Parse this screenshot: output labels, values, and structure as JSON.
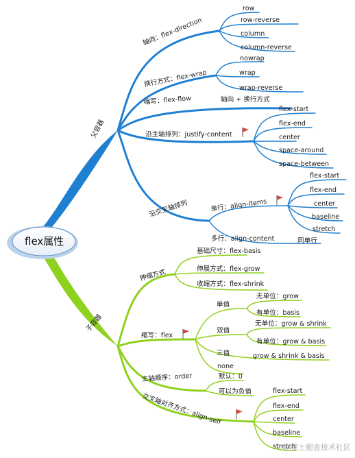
{
  "colors": {
    "parent_branch": "#1f7fd1",
    "child_branch": "#8fd11f",
    "flag": "#d9473b"
  },
  "root": {
    "label": "flex属性"
  },
  "parent": {
    "label": "父容器",
    "direction": {
      "label": "轴向：flex-direction",
      "items": [
        "row",
        "row-reverse",
        "column",
        "column-reverse"
      ]
    },
    "wrap": {
      "label": "换行方式：flex-wrap",
      "items": [
        "nowrap",
        "wrap",
        "wrap-reverse"
      ]
    },
    "flow": {
      "label": "缩写：flex-flow",
      "value": "轴向 + 换行方式"
    },
    "justify": {
      "label": "沿主轴排列：justify-content",
      "items": [
        "flex-start",
        "flex-end",
        "center",
        "space-around",
        "space-between"
      ]
    },
    "cross": {
      "label": "沿交叉轴排列",
      "items_row": {
        "label": "单行：align-items",
        "items": [
          "flex-start",
          "flex-end",
          "center",
          "baseline",
          "stretch"
        ]
      },
      "content_row": {
        "label": "多行：align-content",
        "value": "同单行"
      }
    }
  },
  "child": {
    "label": "子容器",
    "grow_mode": {
      "label": "伸缩方式",
      "items": [
        "基础尺寸：flex-basis",
        "伸展方式：flex-grow",
        "收缩方式：flex-shrink"
      ]
    },
    "flex": {
      "label": "缩写：flex",
      "single": {
        "label": "单值",
        "items": [
          "无单位：grow",
          "有单位：basis"
        ]
      },
      "double": {
        "label": "双值",
        "items": [
          "无单位：grow & shrink",
          "有单位：grow & basis"
        ]
      },
      "triple": {
        "label": "三值",
        "value": "grow & shrink & basis"
      },
      "none": "none"
    },
    "order": {
      "label": "主轴顺序：order",
      "items": [
        "默认：0",
        "可以为负值"
      ]
    },
    "align_self": {
      "label": "交叉轴对齐方式：align-self",
      "items": [
        "flex-start",
        "flex-end",
        "center",
        "baseline",
        "stretch"
      ]
    }
  },
  "watermark": "@稀土掘金技术社区"
}
